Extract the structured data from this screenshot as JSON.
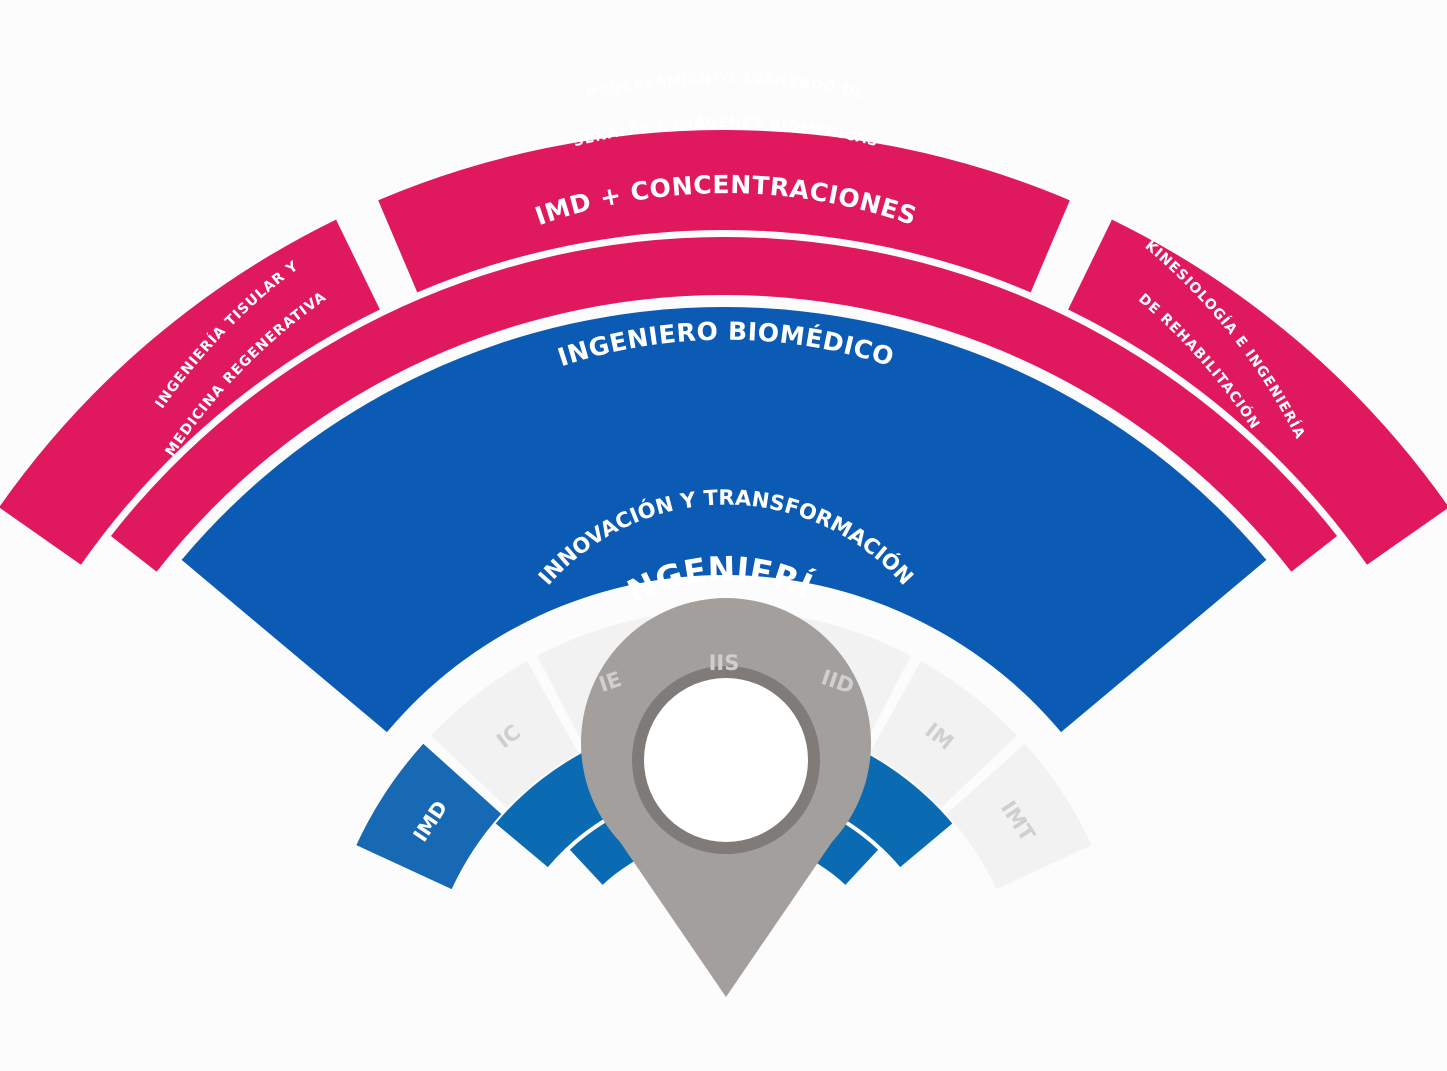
{
  "colors": {
    "background": "#fcfcfc",
    "magenta": "#e0195f",
    "blue_dark": "#0b5bb5",
    "blue_mid": "#1769b4",
    "blue_ring": "#0a6ab2",
    "gray_block": "#f2f2f2",
    "gray_text": "#cfcfcf",
    "pin_gray": "#a29f9c",
    "pin_ring": "#7e7b78",
    "white": "#ffffff"
  },
  "outer_ring": {
    "left_label_line1": "INGENIERÍA TISULAR Y",
    "left_label_line2": "MEDICINA REGENERATIVA",
    "top_label_line1": "PROCESAMIENTO AVANZADO DE",
    "top_label_line2": "SEÑALES E IMÁGENES BIOMÉDICAS",
    "right_label_line1": "KINESIOLOGÍA E INGENIERÍA",
    "right_label_line2": "DE REHABILITACIÓN"
  },
  "concentrations_ring": {
    "label": "IMD + CONCENTRACIONES"
  },
  "profile_ring": {
    "label": "INGENIERO BIOMÉDICO"
  },
  "programs": [
    {
      "code": "IMD",
      "highlighted": true
    },
    {
      "code": "IC",
      "highlighted": false
    },
    {
      "code": "IE",
      "highlighted": false
    },
    {
      "code": "IIS",
      "highlighted": false
    },
    {
      "code": "IID",
      "highlighted": false
    },
    {
      "code": "IM",
      "highlighted": false
    },
    {
      "code": "IMT",
      "highlighted": false
    }
  ],
  "innovation_ring": {
    "label": "INNOVACIÓN Y TRANSFORMACIÓN"
  },
  "engineering_ring": {
    "label": "INGENIERÍA"
  },
  "center": {
    "icon": "map-pin-icon"
  }
}
